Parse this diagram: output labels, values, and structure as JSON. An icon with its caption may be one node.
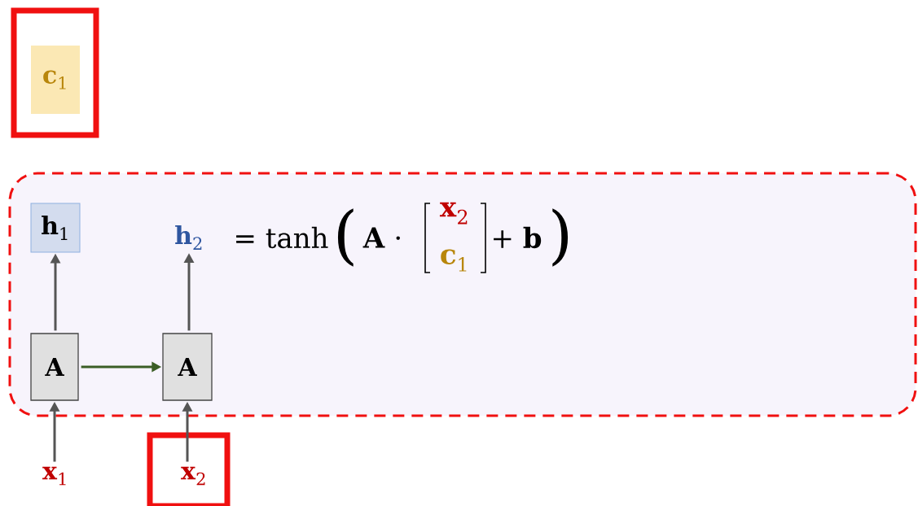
{
  "diagram": {
    "nodes": [
      {
        "text": [
          "**c**$_{1}$"
        ]
      },
      {
        "text": [],
        "shape": "box"
      },
      {
        "text": [
          "**h**$_{1}$"
        ],
        "in": 1
      },
      {
        "text": [
          "A"
        ],
        "in": 1
      },
      {
        "text": [
          "A"
        ],
        "in": 1
      },
      {
        "text": [
          "**x**$_{1}$"
        ]
      },
      {
        "text": [
          "**x**$_{2}$"
        ]
      },
      {
        "text": [
          "**h**$_{2}$"
        ],
        "in": 1
      }
    ],
    "edges": [
      {
        "from": 5,
        "to": 3,
        "arrow": "to"
      },
      {
        "from": 3,
        "to": 2,
        "arrow": "to"
      },
      {
        "from": 3,
        "to": 4,
        "arrow": "to",
        "color": "#3b5e25"
      },
      {
        "from": 6,
        "to": 4,
        "arrow": "to"
      },
      {
        "from": 4,
        "to": 7,
        "arrow": "to"
      }
    ],
    "labels": [
      "= tanh",
      "(",
      "**A** ·",
      "**x**$_{2}$",
      "**c**$_{1}$",
      "+ **b**",
      ")"
    ]
  }
}
